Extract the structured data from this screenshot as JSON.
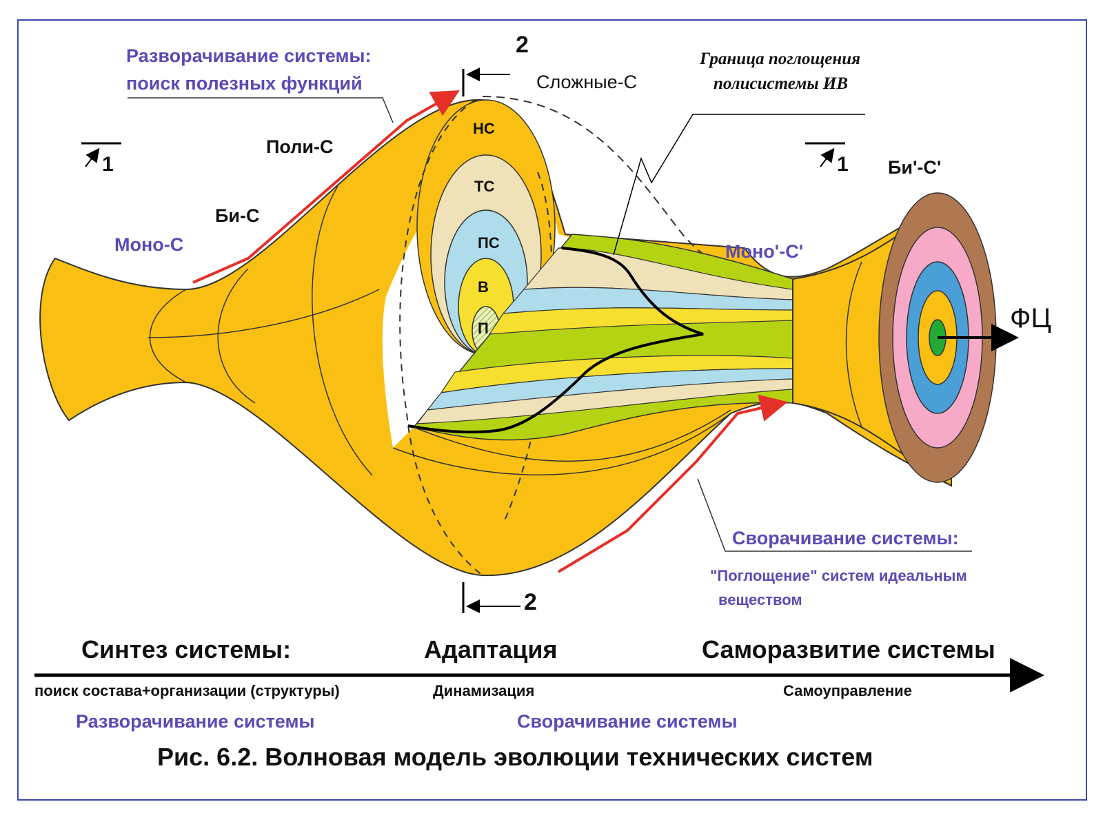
{
  "diagram": {
    "caption": "Рис. 6.2.  Волновая модель эволюции технических систем",
    "top_left_label_line1": "Разворачивание системы:",
    "top_left_label_line2": "поиск полезных функций",
    "section_2_top": "2",
    "section_2_bottom": "2",
    "section_1_left": "1",
    "section_1_right": "1",
    "complex_label": "Сложные-С",
    "boundary_line1": "Граница поглощения",
    "boundary_line2": "полисистемы ИВ",
    "poly_label": "Поли-С",
    "bi_label": "Би-С",
    "mono_label": "Моно-С",
    "mono_prime_label": "Моно'-С'",
    "bi_prime_label": "Би'-С'",
    "fc_label": "ФЦ",
    "ring_labels": {
      "hc": "НС",
      "tc": "ТС",
      "pc": "ПС",
      "v": "В",
      "p": "П"
    },
    "fold_label_title": "Сворачивание системы:",
    "fold_label_sub1": "\"Поглощение\" систем идеальным",
    "fold_label_sub2": "веществом",
    "timeline": {
      "stage1_title": "Синтез системы:",
      "stage1_sub": "поиск состава+организации (структуры)",
      "stage2_title": "Адаптация",
      "stage2_sub": "Динамизация",
      "stage3_title": "Саморазвитие системы",
      "stage3_sub": "Самоуправление",
      "unfold_label": "Разворачивание системы",
      "fold_label": "Сворачивание системы"
    },
    "colors": {
      "body": "#f9c013",
      "beige": "#efe1b8",
      "light_blue": "#aedcea",
      "yellow": "#f7df2f",
      "green": "#b6d313",
      "brown": "#b07850",
      "pink": "#f6aac8",
      "blue": "#4a9fd6",
      "dark_green": "#22aa33",
      "arrow_red": "#e53029",
      "label_blue": "#5a4bb5"
    }
  }
}
